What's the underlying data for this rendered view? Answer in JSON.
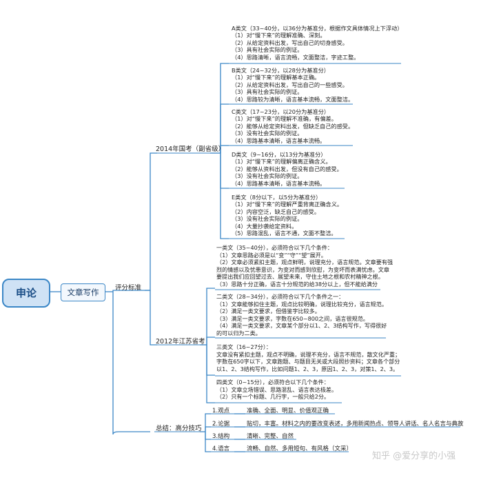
{
  "root": {
    "label": "申论"
  },
  "main_box": {
    "label": "文章写作"
  },
  "criteria_label": "评分标准",
  "branch_2014": {
    "label": "2014年国考（副省级）",
    "categories": [
      {
        "title": "A类文（33~40分，以36分为基准分，根据作文具体情况上下浮动）",
        "lines": [
          "（1）对“慢下来”的理解准确、深刻。",
          "（2）从给定资料出发，写出自己的切身感受。",
          "（3）具有社会实际的例证。",
          "（4）思路清晰，语言流畅，文面整洁，字迹工整。"
        ]
      },
      {
        "title": "B类文（24~32分，以28分为基准分）",
        "lines": [
          "（1）对“慢下来”的理解基本正确。",
          "（2）从给定资料出发，写出自己的一些感受。",
          "（3）具有社会实际的例证。",
          "（4）思路较为清晰，语言基本流畅，文面整洁。"
        ]
      },
      {
        "title": "C类文（17~23分，以20分为基准分）",
        "lines": [
          "（1）对“慢下来”的理解不准确，有偏差。",
          "（2）能够从给定资料出发，但缺乏自己的感受。",
          "（3）没有社会实际的例证。",
          "（4）思路基本清晰，语言基本流畅。"
        ]
      },
      {
        "title": "D类文（9~16分，以13分为基准分）",
        "lines": [
          "（1）对“慢下来”的理解偏离正确含义。",
          "（2）能够从资料出发，但没有自己的感受。",
          "（3）没有社会实际的例证。",
          "（4）思路基本清晰，语言基本流畅。"
        ]
      },
      {
        "title": "E类文（8分以下，以5分为基准分）",
        "lines": [
          "（1）对“慢下来”的理解严重背离正确含义。",
          "（2）内容空泛，缺乏自己的感受。",
          "（3）没有社会实际的例证。",
          "（4）大量抄袭给定资料。",
          "（5）思路混乱，语言不通，文面不整洁。"
        ]
      }
    ]
  },
  "branch_2012": {
    "label": "2012年江苏省考",
    "categories": [
      {
        "title": "一类文（35~40分），必须符合以下几个条件：",
        "lines": [
          "（1）文章思路必须是以“变”“守”“望”展开。",
          "（2）文章必须紧扣主题，观点鲜明，说理充分，语言规范。文章要有强",
          "烈的情感以及忧患意识，为变对而感到欣慰，为变坏而表满忧虑。文章",
          "要提出我们应回望过去、展望未来，守住土地之根和农村精神之根。",
          "（3）思路十分正确，语言十分规范的给38分以上，但不能给满分"
        ]
      },
      {
        "title": "二类文（28~34分），必须符合以下几个条件之一：",
        "lines": [
          "（1）文章能够扣住主题，观点比较明确，说理比较充分，语言规范。",
          "（2）满足一类文要求，但借鉴字比较多。",
          "（3）满足一类文要求，字数在650~800之间，语言很规范。",
          "（4）满足一类文要求，文章某个部分以1、2、3结构写作，写得很好",
          "的可以归为二类。"
        ]
      },
      {
        "title": "三类文（16~27分）：",
        "lines": [
          "文章没有紧扣主题，观点不明确，说理不充分，语言不规范，散文化严重；",
          "字数在650字以下，文章跑题、与题目无关或大段照抄资料；文章各个部分",
          "以1、2、3结构写作，比如问题1、2、3，原因1、2、3，对策1、2、3。"
        ]
      },
      {
        "title": "四类文（0~15分），必须符合以下几个条件：",
        "lines": [
          "（1）文章立场错误、思路混乱、语言表达极差。",
          "（2）只有一个标题、几行字，一般只给2分。"
        ]
      }
    ]
  },
  "tips": {
    "label": "总结：高分技巧",
    "items": [
      {
        "key": "1.观点",
        "value": "准确、全面、明显、价值观正确"
      },
      {
        "key": "2.论据",
        "value": "贴切，丰富。材料之内的要改变表述，多用新闻热点、领导人讲话、名人名言与典故"
      },
      {
        "key": "3.结构",
        "value": "清晰、完整、自然"
      },
      {
        "key": "4.语言",
        "value": "流畅、自然、多用短句、有风格（文采）"
      }
    ]
  },
  "watermark": "知乎 @爱分享的小强",
  "colors": {
    "line": "#3a86c6",
    "root_fill": "#cfe2f5",
    "box_fill": "#f3f8fd"
  }
}
